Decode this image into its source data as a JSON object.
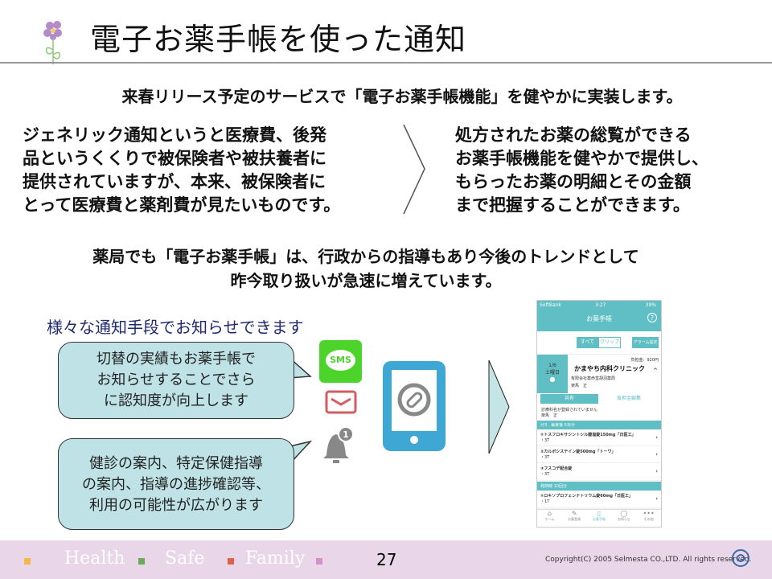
{
  "title": "電子お薬手帳を使った通知",
  "subtitle": "来春リリース予定のサービスで「電子お薬手帳機能」を健やかに実装します。",
  "left_paragraph": [
    "ジェネリック通知というと医療費、後発",
    "品というくくりで被保険者や被扶養者に",
    "提供されていますが、本来、被保険者に",
    "とって医療費と薬剤費が見たいものです。"
  ],
  "right_paragraph": [
    "処方されたお薬の総覧ができる",
    "お薬手帳機能を健やかで提供し、",
    "もらったお薬の明細とその金額",
    "まで把握することができます。"
  ],
  "middle_text": [
    "薬局でも「電子お薬手帳」は、行政からの指導もあり今後のトレンドとして",
    "昨今取り扱いが急速に増えています。"
  ],
  "notify_heading": "様々な通知手段でお知らせできます",
  "callout1": [
    "切替の実績もお薬手帳で",
    "お知らせすることでさら",
    "に認知度が向上します"
  ],
  "callout2": [
    "健診の案内、特定保健指導",
    "の案内、指導の進捗確認等、",
    "利用の可能性が広がります"
  ],
  "icons": {
    "sms": "SMS",
    "bell_badge": "1"
  },
  "app": {
    "status": {
      "carrier": "SoftBank",
      "time": "3:27",
      "battery": "39%"
    },
    "header": "お薬手帳",
    "help": "?",
    "seg": [
      "すべて",
      "クリップ"
    ],
    "alarm": "アラーム設定",
    "date": "1/6",
    "weekday": "土曜日",
    "cost": "負担金：920円",
    "clinic": "かまやち内科クリニック",
    "pharmacy": "有限会社薬命堂胡羽薬局",
    "person": "楽馬　正",
    "share": "共有",
    "edit_cost": "負担金編集",
    "note1": "診療科名が登録されていません",
    "note2": "楽馬　正",
    "group1": "分3　毎食後 5日分",
    "drugs1": [
      {
        "name": "①トスフロキサシントシル酸塩錠150mg「日医工」",
        "qty": "・3T"
      },
      {
        "name": "②カルボシステイン錠500mg「トーワ」",
        "qty": "・3T"
      },
      {
        "name": "③フスコデ配合錠",
        "qty": "・3T"
      }
    ],
    "group2": "発熱時 10回分",
    "drugs2": [
      {
        "name": "①ロキソプロフェンナトリウム錠60mg「日医工」",
        "qty": "・1T"
      }
    ],
    "tabs": [
      "ホーム",
      "お薬登録",
      "お薬手帳",
      "お知らせ",
      "その他"
    ]
  },
  "footer": {
    "words": [
      "Health",
      "Safe",
      "Family"
    ],
    "page": "27",
    "copyright": "Copyright(C) 2005 Selmesta CO.,LTD.  All rights reserved."
  },
  "colors": {
    "teal": "#5fbfc4",
    "phone_blue": "#3ea7d3",
    "sms_green": "#4cd42a",
    "footer_bg": "#e9d6e9"
  }
}
